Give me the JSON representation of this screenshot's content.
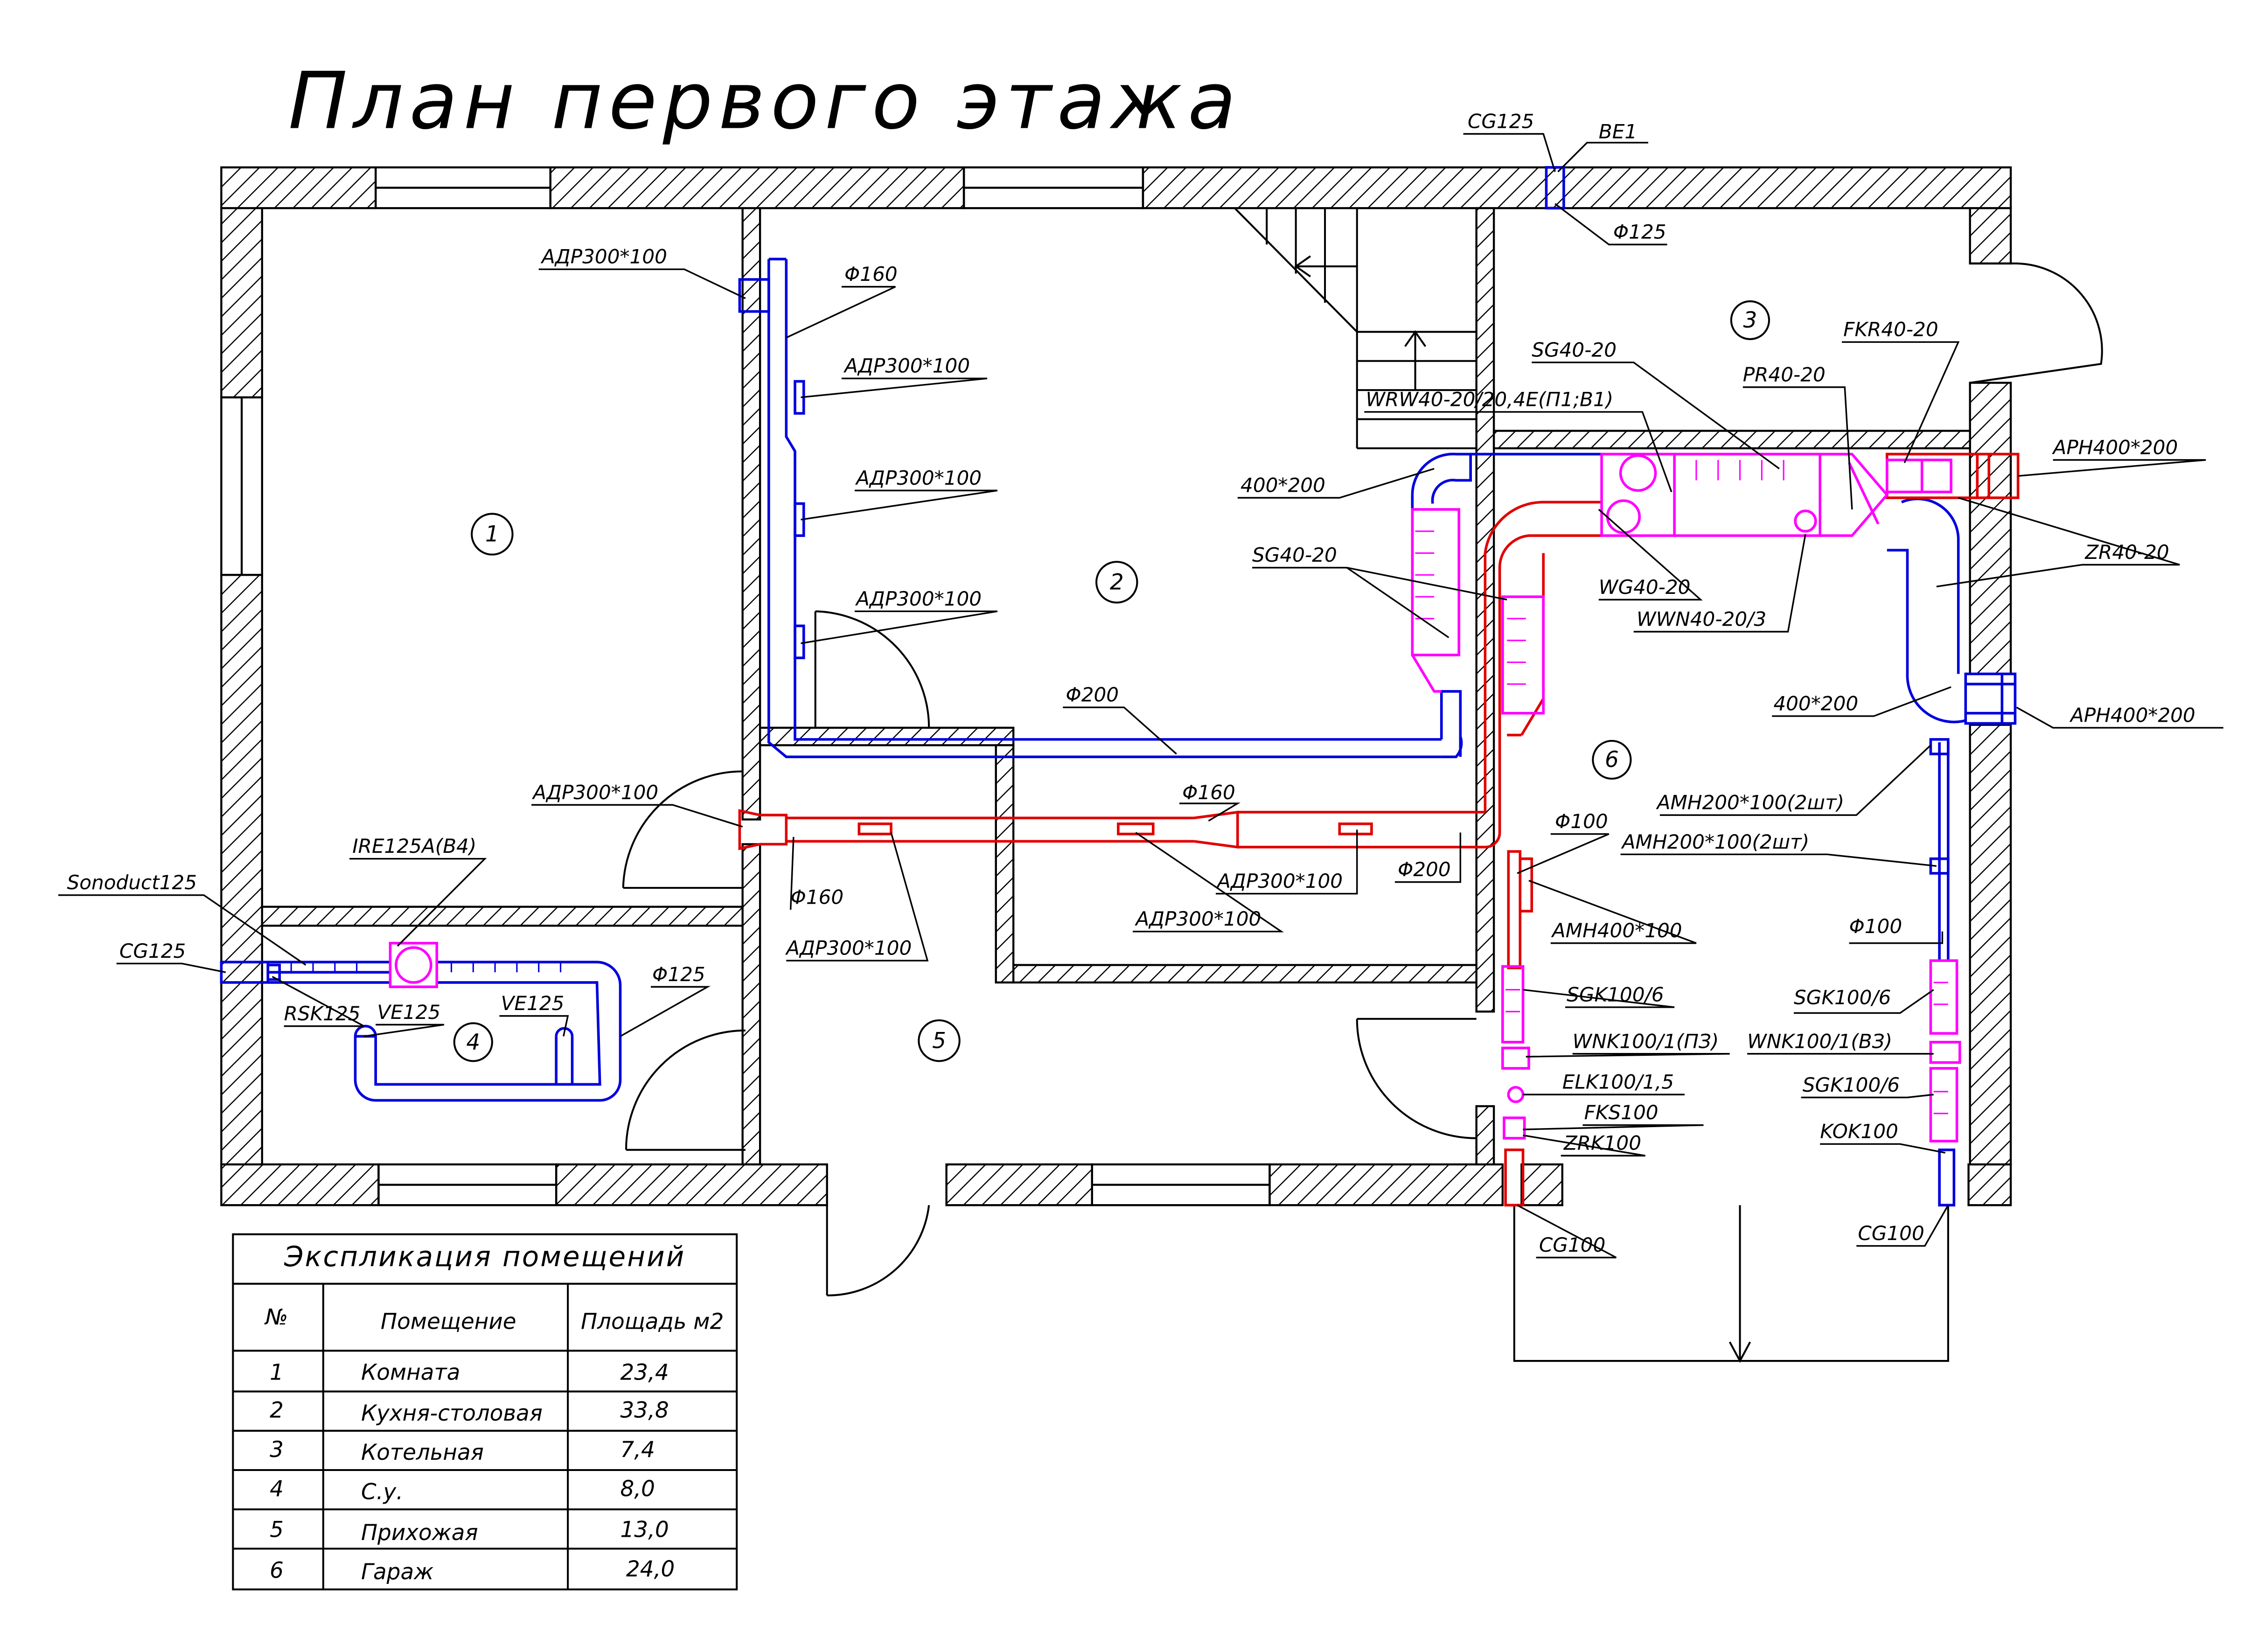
{
  "title": "План первого этажа",
  "colors": {
    "walls": "#000000",
    "supply_duct": "#0000dd",
    "exhaust_duct": "#e00000",
    "equipment": "#ff00ff",
    "hatch": "#000000"
  },
  "rooms": {
    "r1": "1",
    "r2": "2",
    "r3": "3",
    "r4": "4",
    "r5": "5",
    "r6": "6"
  },
  "labels": {
    "cg125_top": "CG125",
    "be1": "BE1",
    "phi125_top": "Φ125",
    "adr_1": "АДР300*100",
    "phi160_1": "Φ160",
    "adr_2": "АДР300*100",
    "adr_3": "АДР300*100",
    "adr_4": "АДР300*100",
    "phi200_1": "Φ200",
    "adr_5": "АДР300*100",
    "phi160_2": "Φ160",
    "phi160_3": "Φ160",
    "adr_6": "АДР300*100",
    "adr_7": "АДР300*100",
    "adr_8": "АДР300*100",
    "phi200_2": "Φ200",
    "sg40_top": "SG40-20",
    "pr40": "PR40-20",
    "fkr40": "FKR40-20",
    "wrw40": "WRW40-20/20,4E(П1;В1)",
    "aph_1": "АРН400*200",
    "dim400_1": "400*200",
    "sg40_left": "SG40-20",
    "zr40": "ZR40-20",
    "wg40": "WG40-20",
    "wwn40": "WWN40-20/3",
    "dim400_2": "400*200",
    "aph_2": "АРН400*200",
    "amh_1": "АМН200*100(2шт)",
    "phi100_1": "Φ100",
    "amh_2": "АМН200*100(2шт)",
    "phi100_2": "Φ100",
    "amh400": "АМН400*100",
    "sgk_1": "SGK100/6",
    "sgk_2": "SGK100/6",
    "wnk_1": "WNK100/1(ПЗ)",
    "wnk_2": "WNK100/1(ВЗ)",
    "elk": "ELK100/1,5",
    "sgk_3": "SGK100/6",
    "fks": "FKS100",
    "kok": "KOK100",
    "zrk": "ZRK100",
    "cg100_1": "CG100",
    "cg100_2": "CG100",
    "sonoduct": "Sonoduct125",
    "ire": "IRE125A(B4)",
    "cg125_left": "CG125",
    "phi125_left": "Φ125",
    "rsk": "RSK125",
    "ve_1": "VE125",
    "ve_2": "VE125"
  },
  "explication": {
    "title": "Экспликация помещений",
    "headers": [
      "№",
      "Помещение",
      "Площадь м2"
    ],
    "rows": [
      [
        "1",
        "Комната",
        "23,4"
      ],
      [
        "2",
        "Кухня-столовая",
        "33,8"
      ],
      [
        "3",
        "Котельная",
        "7,4"
      ],
      [
        "4",
        "С.у.",
        "8,0"
      ],
      [
        "5",
        "Прихожая",
        "13,0"
      ],
      [
        "6",
        "Гараж",
        "24,0"
      ]
    ]
  }
}
